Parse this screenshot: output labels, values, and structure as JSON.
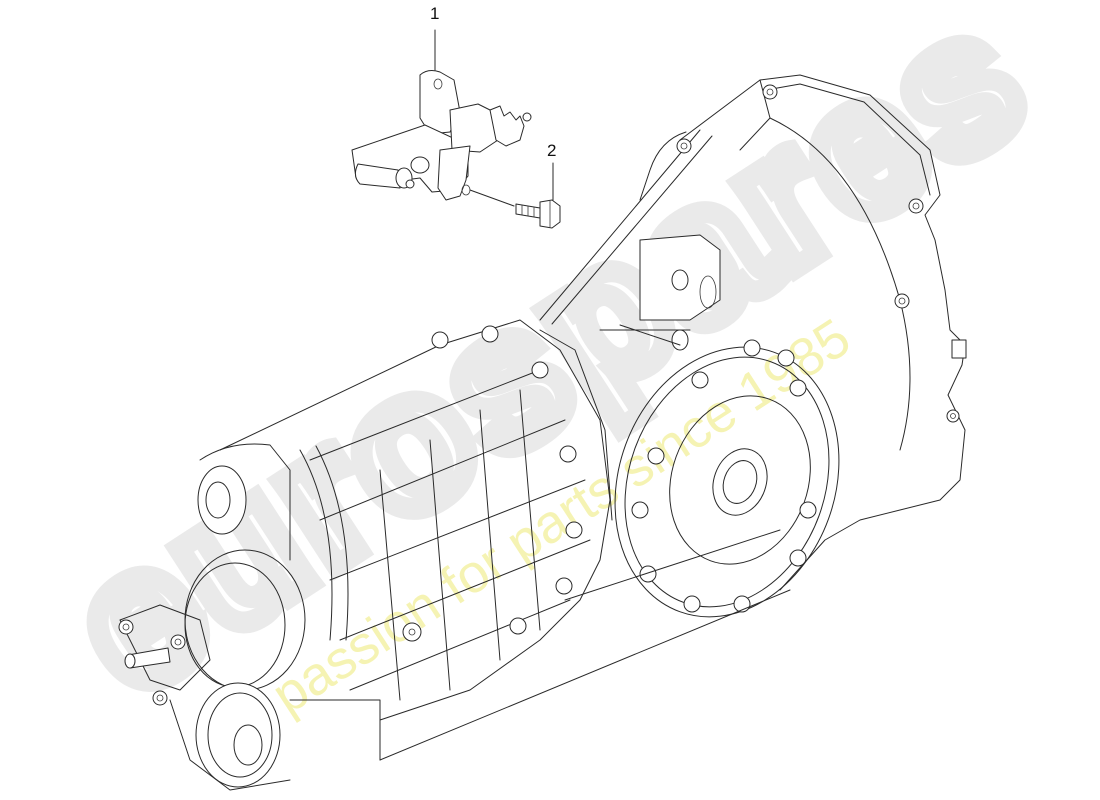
{
  "diagram": {
    "type": "exploded parts diagram",
    "subject": "manual transmission with clutch slave cylinder",
    "callouts": [
      {
        "id": "1",
        "label": "1",
        "part": "clutch slave cylinder"
      },
      {
        "id": "2",
        "label": "2",
        "part": "bolt"
      }
    ]
  },
  "watermark": {
    "logo": "eurospares",
    "tagline": "a passion for parts since 1985",
    "logo_color": "#e4e4e4",
    "tagline_color": "#f4f1a6"
  },
  "colors": {
    "background": "#ffffff",
    "line": "#2a2a2a"
  }
}
